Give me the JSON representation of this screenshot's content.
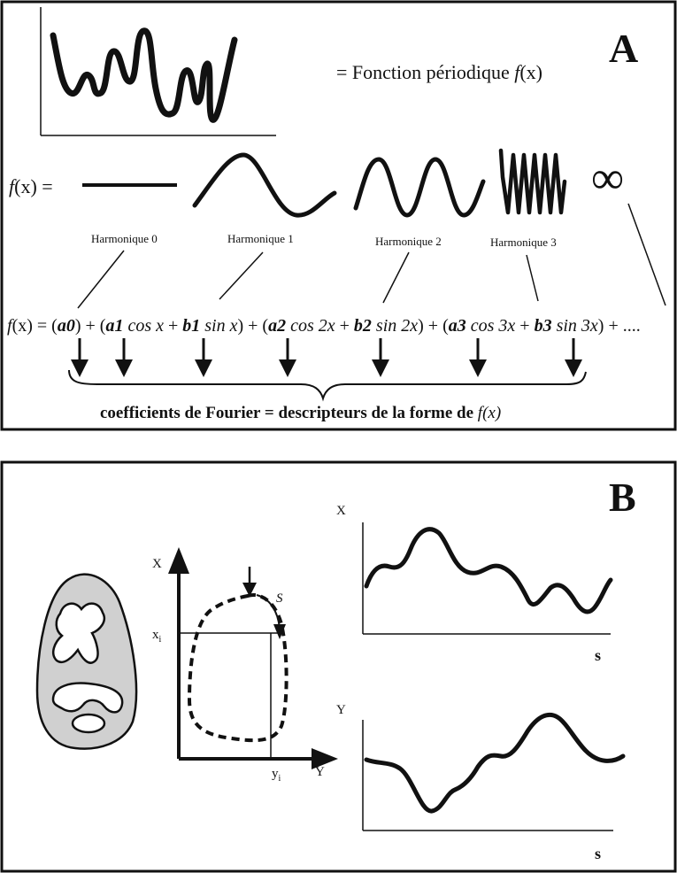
{
  "panel_a": {
    "letter": "A",
    "periodic_label_prefix": "= Fonction périodique ",
    "periodic_label_f": "f",
    "periodic_label_x": "(x)",
    "fx_f": "f",
    "fx_rest": "(x) =",
    "harmonics": [
      "Harmonique 0",
      "Harmonique 1",
      "Harmonique 2",
      "Harmonique 3"
    ],
    "infinity": "∞",
    "equation": {
      "f": "f",
      "p1": "(x) = (",
      "a0": "a0",
      "p2": ") + (",
      "a1": "a1",
      "p3": " cos x",
      "p4": " + ",
      "b1": "b1",
      "p5": " sin x",
      "p6": ") + (",
      "a2": "a2",
      "p7": " cos 2x",
      "p8": " + ",
      "b2": "b2",
      "p9": " sin 2x",
      "p10": ") + (",
      "a3": "a3",
      "p11": " cos 3x",
      "p12": " + ",
      "b3": "b3",
      "p13": " sin 3x",
      "p14": ") + ...."
    },
    "caption_prefix": "coefficients de Fourier = descripteurs de la forme de ",
    "caption_f": "f",
    "caption_x": "(x)"
  },
  "panel_b": {
    "letter": "B",
    "axis_x": "X",
    "axis_y": "Y",
    "xi": "x",
    "xi_sub": "i",
    "yi": "y",
    "yi_sub": "i",
    "s_italic": "S",
    "plot_top_ylabel": "X",
    "plot_top_xlabel": "s",
    "plot_bottom_ylabel": "Y",
    "plot_bottom_xlabel": "s"
  }
}
